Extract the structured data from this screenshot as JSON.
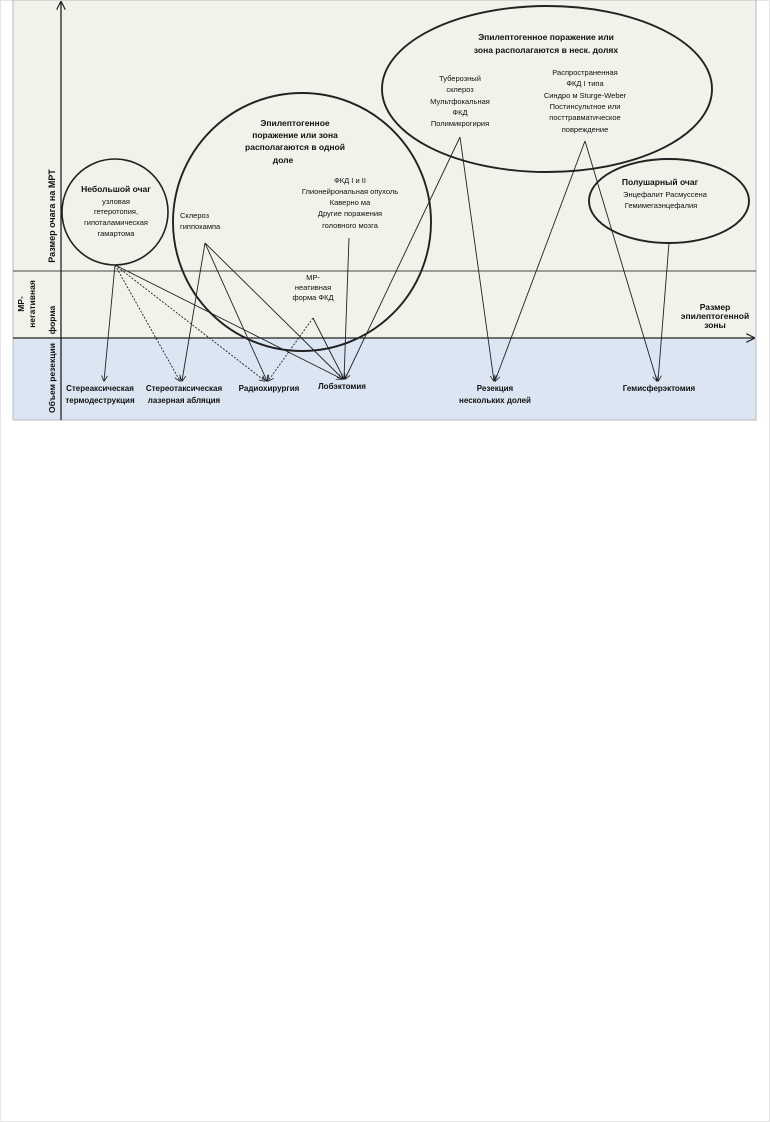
{
  "colors": {
    "upper_background": "#eff3ea",
    "lower_background": "#dce6f2",
    "line": "#222222",
    "text": "#111111"
  },
  "axes": {
    "y_upper_label": "Размер очага на МРТ",
    "y_mid_label_1": "МР-",
    "y_mid_label_2": "негативная",
    "y_mid_label_3": "форма",
    "y_lower_label": "Объем резекции",
    "x_label_line1": "Размер",
    "x_label_line2": "эпилептогенной",
    "x_label_line3": "зоны"
  },
  "groups": {
    "small": {
      "title": "Небольшой очаг",
      "items": [
        "узловая",
        "гетеротопия,",
        "гипоталамическая",
        "гамартома"
      ]
    },
    "hippocampal": {
      "items": [
        "Склероз",
        "гиппокампа"
      ]
    },
    "one_lobe": {
      "title": [
        "Эпилептогенное",
        "поражение или зона",
        "располагаются в одной",
        "доле"
      ],
      "items": [
        "ФКД I и II",
        "Глионейрональная опухоль",
        "Каверно ма",
        "Другие поражения",
        "головного мозга"
      ]
    },
    "mri_negative": {
      "items": [
        "МР-",
        "неативная",
        "форма ФКД"
      ]
    },
    "multi_lobe": {
      "title": [
        "Эпилептогенное поражение или",
        "зона располагаются в неск. долях"
      ],
      "items_left": [
        "Туберозный",
        "склероз",
        "Мультфокальная",
        "ФКД",
        "Полимикрогирия"
      ],
      "items_right": [
        "Распространенная",
        "ФКД I типа",
        "Синдро м Sturge-Weber",
        "Постинсультное или",
        "посттравматическое",
        "повреждение"
      ]
    },
    "hemispheric": {
      "title": "Полушарный очаг",
      "items": [
        "Энцефалит Расмуссена",
        "Гемимегаэнцефалия"
      ]
    }
  },
  "procedures": {
    "stereo_thermo": [
      "Стереаксическая",
      "термодеструкция"
    ],
    "laser_ablation": [
      "Стереотаксическая",
      "лазерная абляция"
    ],
    "radiosurgery": "Радиохирургия",
    "lobectomy": "Лобэктомия",
    "multilobar": [
      "Резекция",
      "нескольких долей"
    ],
    "hemispherectomy": "Гемисферэктомия"
  }
}
